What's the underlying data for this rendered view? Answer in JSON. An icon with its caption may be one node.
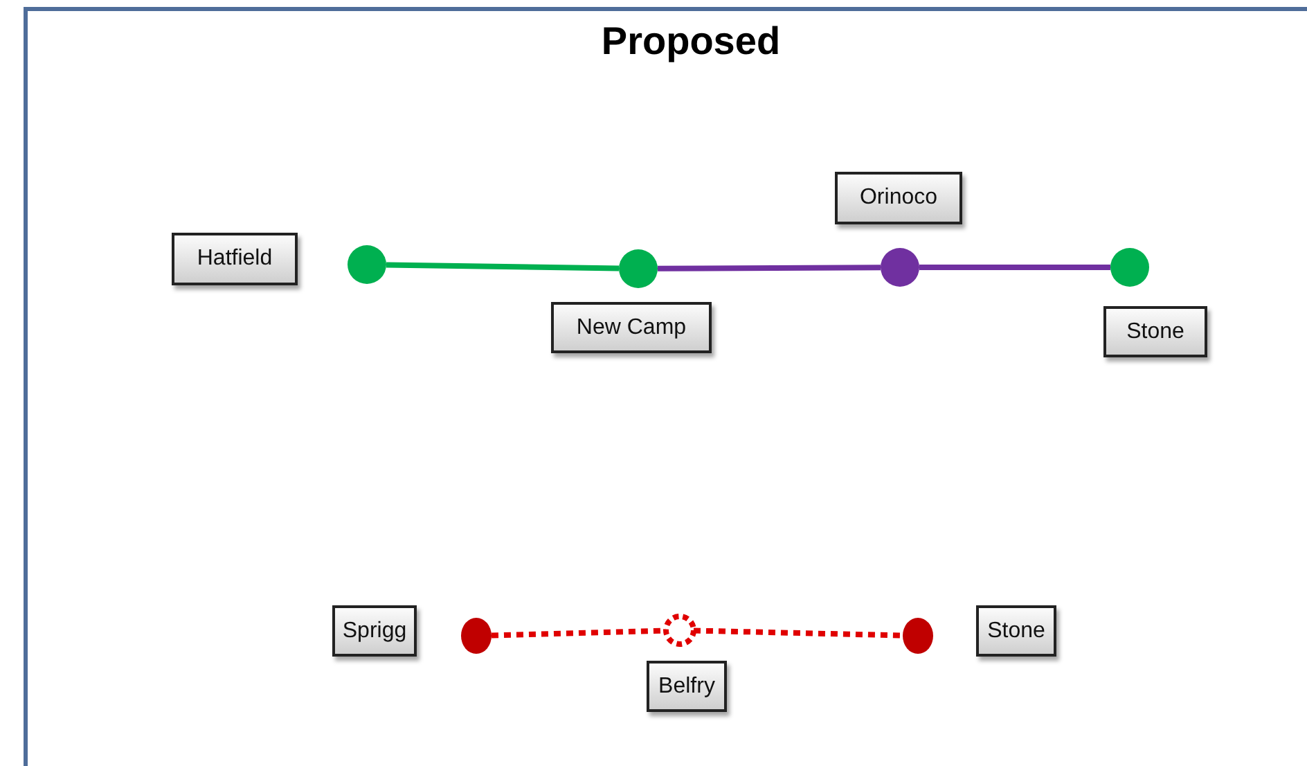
{
  "diagram": {
    "title": "Proposed",
    "nodes": [
      {
        "text": [
          "Orinoco"
        ]
      },
      {
        "text": [
          "Hatfield"
        ]
      },
      {
        "text": [],
        "shape": "circle"
      },
      {
        "text": [],
        "shape": "circle"
      },
      {
        "text": [],
        "shape": "circle"
      },
      {
        "text": [],
        "shape": "circle"
      },
      {
        "text": [
          "New Camp"
        ]
      },
      {
        "text": [
          "Stone"
        ]
      },
      {
        "text": [
          "Sprigg"
        ]
      },
      {
        "text": [],
        "shape": "circle"
      },
      {
        "text": [],
        "shape": "circle"
      },
      {
        "text": [],
        "shape": "circle"
      },
      {
        "text": [
          "Stone"
        ]
      },
      {
        "text": [
          "Belfry"
        ]
      }
    ],
    "edges": [
      {
        "from": 2,
        "to": 3,
        "arrow": "none",
        "color": "#00b050"
      },
      {
        "from": 3,
        "to": 4,
        "arrow": "none",
        "color": "#7030a0"
      },
      {
        "from": 4,
        "to": 5,
        "arrow": "none",
        "color": "#7030a0"
      },
      {
        "from": 9,
        "to": 10,
        "arrow": "none",
        "style": "dashed",
        "color": "#e00000"
      },
      {
        "from": 10,
        "to": 11,
        "arrow": "none",
        "style": "dashed",
        "color": "#e00000"
      }
    ]
  }
}
